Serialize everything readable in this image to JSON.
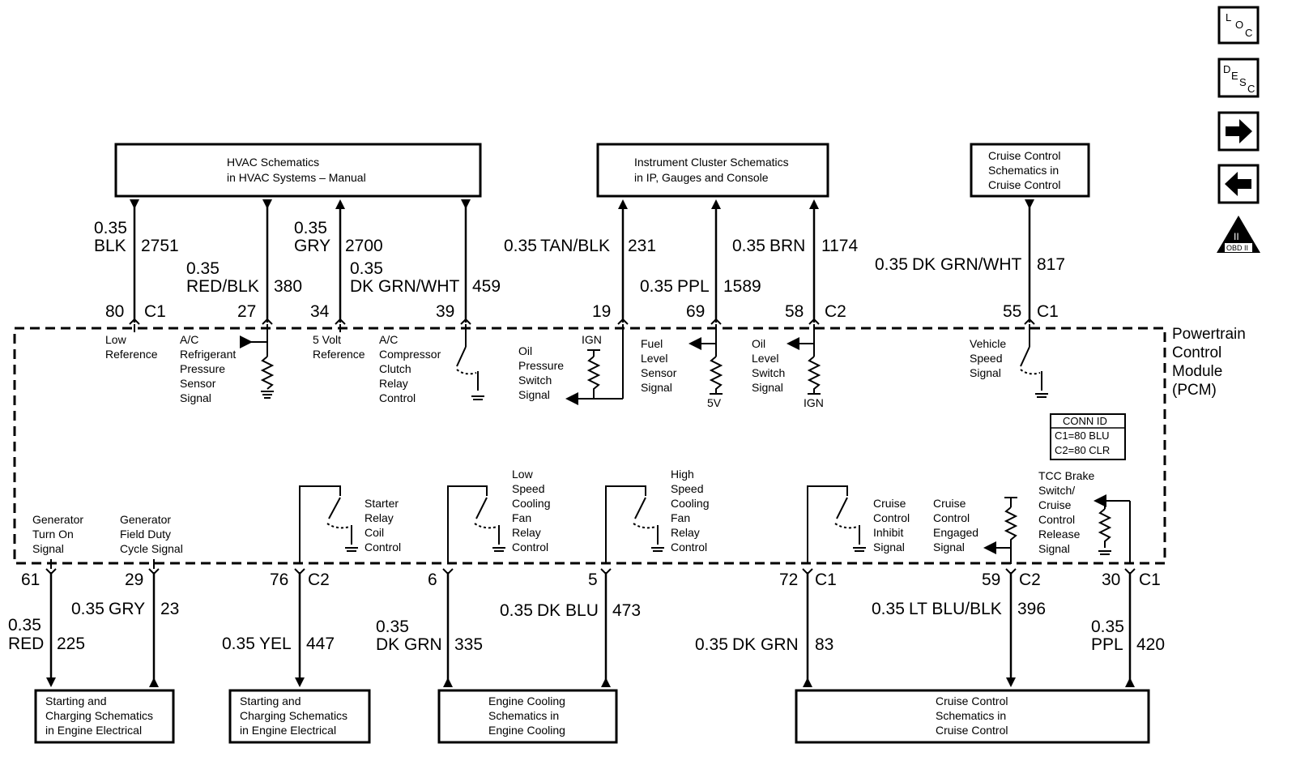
{
  "top_boxes": {
    "hvac": [
      "HVAC Schematics",
      "in HVAC Systems – Manual"
    ],
    "ipc": [
      "Instrument Cluster Schematics",
      "in IP, Gauges and Console"
    ],
    "cruise": [
      "Cruise Control",
      "Schematics in",
      "Cruise Control"
    ]
  },
  "bottom_boxes": {
    "start1": [
      "Starting and",
      "Charging Schematics",
      "in Engine Electrical"
    ],
    "start2": [
      "Starting and",
      "Charging Schematics",
      "in Engine Electrical"
    ],
    "cooling": [
      "Engine Cooling",
      "Schematics in",
      "Engine Cooling"
    ],
    "cruise": [
      "Cruise Control",
      "Schematics in",
      "Cruise Control"
    ]
  },
  "top_wires": [
    {
      "size": "0.35",
      "color": "BLK",
      "circuit": "2751",
      "pin": "80",
      "conn": "C1"
    },
    {
      "size": "0.35",
      "color": "RED/BLK",
      "circuit": "380",
      "pin": "27",
      "conn": ""
    },
    {
      "size": "0.35",
      "color": "GRY",
      "circuit": "2700",
      "pin": "34",
      "conn": ""
    },
    {
      "size": "0.35",
      "color": "DK GRN/WHT",
      "circuit": "459",
      "pin": "39",
      "conn": ""
    },
    {
      "size": "0.35",
      "color": "TAN/BLK",
      "circuit": "231",
      "pin": "19",
      "conn": ""
    },
    {
      "size": "0.35",
      "color": "PPL",
      "circuit": "1589",
      "pin": "69",
      "conn": ""
    },
    {
      "size": "0.35",
      "color": "BRN",
      "circuit": "1174",
      "pin": "58",
      "conn": "C2"
    },
    {
      "size": "0.35",
      "color": "DK GRN/WHT",
      "circuit": "817",
      "pin": "55",
      "conn": "C1"
    }
  ],
  "bottom_wires": [
    {
      "size": "0.35",
      "color": "RED",
      "circuit": "225",
      "pin": "61",
      "conn": ""
    },
    {
      "size": "0.35",
      "color": "GRY",
      "circuit": "23",
      "pin": "29",
      "conn": ""
    },
    {
      "size": "0.35",
      "color": "YEL",
      "circuit": "447",
      "pin": "76",
      "conn": "C2"
    },
    {
      "size": "0.35",
      "color": "DK GRN",
      "circuit": "335",
      "pin": "6",
      "conn": ""
    },
    {
      "size": "0.35",
      "color": "DK BLU",
      "circuit": "473",
      "pin": "5",
      "conn": ""
    },
    {
      "size": "0.35",
      "color": "DK GRN",
      "circuit": "83",
      "pin": "72",
      "conn": "C1"
    },
    {
      "size": "0.35",
      "color": "LT BLU/BLK",
      "circuit": "396",
      "pin": "59",
      "conn": "C2"
    },
    {
      "size": "0.35",
      "color": "PPL",
      "circuit": "420",
      "pin": "30",
      "conn": "C1"
    }
  ],
  "pcm_title": [
    "Powertrain",
    "Control",
    "Module",
    "(PCM)"
  ],
  "conn_id": [
    "CONN ID",
    "C1=80 BLU",
    "C2=80 CLR"
  ],
  "circuits": {
    "low_ref": [
      "Low",
      "Reference"
    ],
    "ac_ref": [
      "A/C",
      "Refrigerant",
      "Pressure",
      "Sensor",
      "Signal"
    ],
    "five_volt": [
      "5 Volt",
      "Reference"
    ],
    "ac_clutch": [
      "A/C",
      "Compressor",
      "Clutch",
      "Relay",
      "Control"
    ],
    "oil_press": [
      "Oil",
      "Pressure",
      "Switch",
      "Signal"
    ],
    "fuel_level": [
      "Fuel",
      "Level",
      "Sensor",
      "Signal"
    ],
    "oil_level": [
      "Oil",
      "Level",
      "Switch",
      "Signal"
    ],
    "veh_speed": [
      "Vehicle",
      "Speed",
      "Signal"
    ],
    "gen_turn": [
      "Generator",
      "Turn On",
      "Signal"
    ],
    "gen_field": [
      "Generator",
      "Field Duty",
      "Cycle Signal"
    ],
    "starter": [
      "Starter",
      "Relay",
      "Coil",
      "Control"
    ],
    "low_fan": [
      "Low",
      "Speed",
      "Cooling",
      "Fan",
      "Relay",
      "Control"
    ],
    "high_fan": [
      "High",
      "Speed",
      "Cooling",
      "Fan",
      "Relay",
      "Control"
    ],
    "cruise_inhibit": [
      "Cruise",
      "Control",
      "Inhibit",
      "Signal"
    ],
    "cruise_engaged": [
      "Cruise",
      "Control",
      "Engaged",
      "Signal"
    ],
    "tcc_brake": [
      "TCC Brake",
      "Switch/",
      "Cruise",
      "Control",
      "Release",
      "Signal"
    ]
  },
  "supply_labels": {
    "ign": "IGN",
    "five_v": "5V"
  },
  "side_icons": {
    "loc": [
      "L",
      "O",
      "C"
    ],
    "desc": [
      "D",
      "E",
      "S",
      "C"
    ],
    "obd": [
      "II",
      "OBD II"
    ]
  },
  "icons": [
    "loc-icon",
    "desc-icon",
    "arrow-right-icon",
    "arrow-left-icon",
    "obd-ii-icon"
  ]
}
